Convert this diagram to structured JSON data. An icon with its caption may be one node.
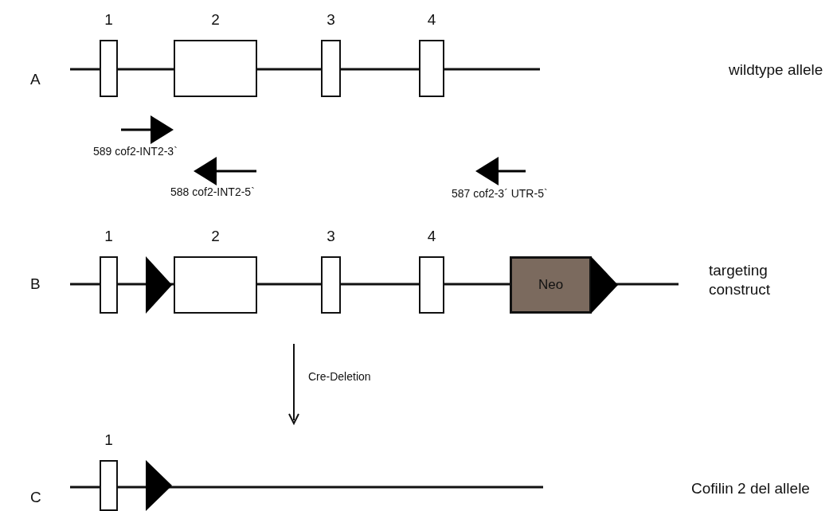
{
  "diagram": {
    "nodes": [
      {
        "text": [
          "1"
        ]
      },
      {
        "text": [
          "2"
        ]
      },
      {
        "text": [
          "3"
        ]
      },
      {
        "text": [
          "4"
        ]
      },
      {
        "text": [
          "1"
        ]
      },
      {
        "text": [],
        "shape": "triangle"
      },
      {
        "text": [
          "2"
        ]
      },
      {
        "text": [
          "3"
        ]
      },
      {
        "text": [
          "4"
        ]
      },
      {
        "text": [
          "Neo"
        ]
      },
      {
        "text": [],
        "shape": "triangle"
      },
      {
        "text": [
          "1"
        ]
      },
      {
        "text": [],
        "shape": "triangle"
      }
    ],
    "labels": [
      "A",
      "wildtype allele",
      "589 cof2-INT2-3`",
      "588 cof2-INT2-5`",
      "587 cof2-3´ UTR-5`",
      "B",
      "targeting construct",
      "Cre-Deletion",
      "C",
      "Cofilin 2 del allele"
    ]
  }
}
